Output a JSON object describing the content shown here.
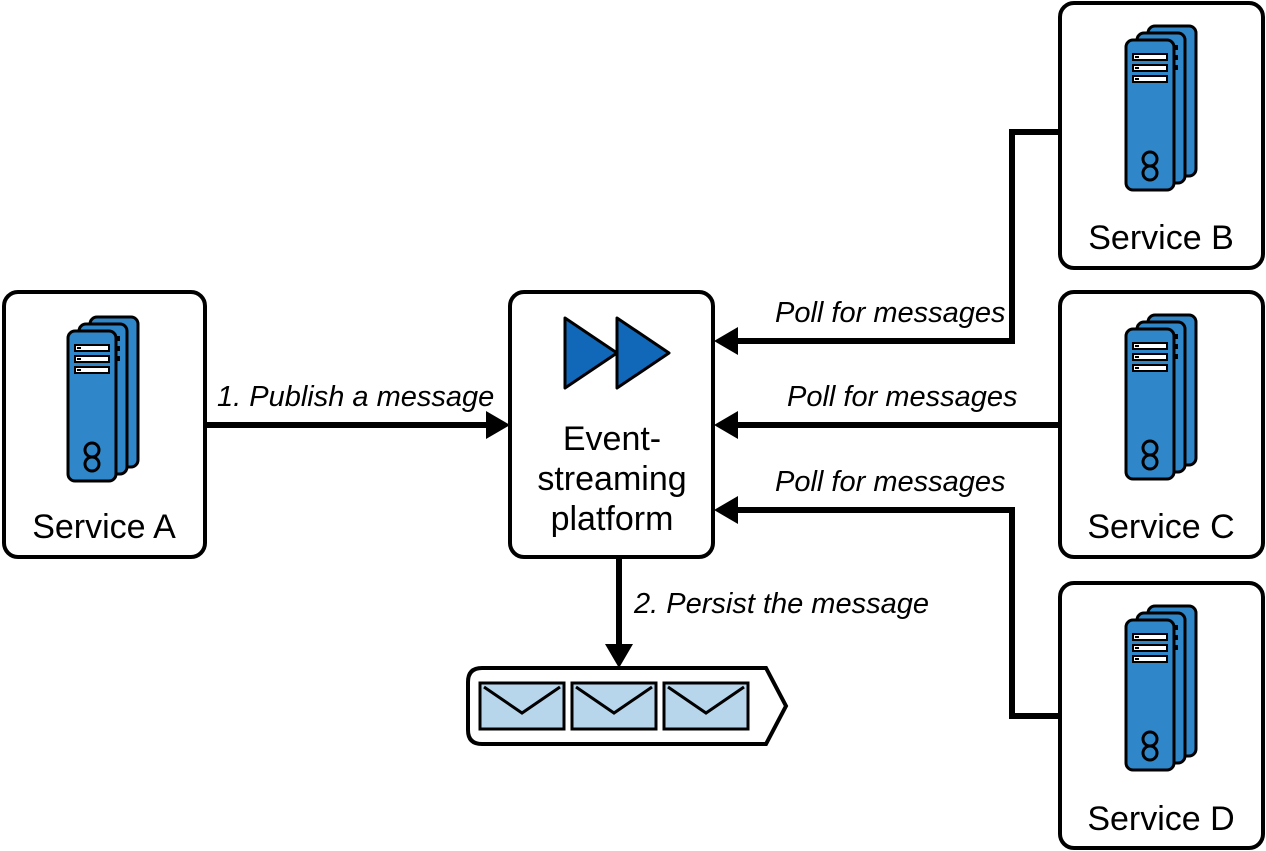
{
  "colors": {
    "server_blue": "#2f86c8",
    "server_blue_dark": "#0b5fa5",
    "envelope_fill": "#b7d6ec",
    "play_blue": "#1168b8",
    "line": "#000000"
  },
  "icons": {
    "server": "server-stack-icon",
    "platform": "fast-forward-icon",
    "message": "envelope-icon"
  },
  "nodes": {
    "service_a": {
      "label": "Service A"
    },
    "platform": {
      "label_lines": [
        "Event-",
        "streaming",
        "platform"
      ]
    },
    "service_b": {
      "label": "Service B"
    },
    "service_c": {
      "label": "Service C"
    },
    "service_d": {
      "label": "Service D"
    }
  },
  "edges": {
    "publish": {
      "label": "1. Publish a message"
    },
    "persist": {
      "label": "2. Persist the message"
    },
    "poll_b": {
      "label": "Poll for messages"
    },
    "poll_c": {
      "label": "Poll for messages"
    },
    "poll_d": {
      "label": "Poll for messages"
    }
  },
  "queue": {
    "message_count": 3
  }
}
